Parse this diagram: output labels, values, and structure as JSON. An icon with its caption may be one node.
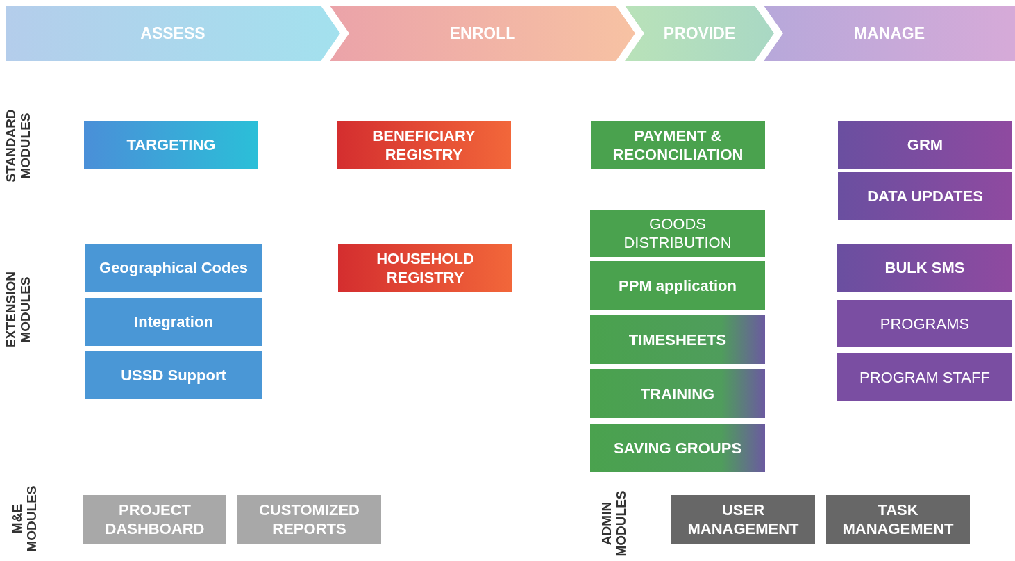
{
  "diagram": {
    "nodes": [
      {
        "text": [
          "ASSESS"
        ]
      },
      {
        "text": [
          "ENROLL"
        ]
      },
      {
        "text": [
          "PROVIDE"
        ]
      },
      {
        "text": [
          "MANAGE"
        ]
      },
      {
        "text": [
          "TARGETING"
        ]
      },
      {
        "text": [
          "BENEFICIARY REGISTRY"
        ]
      },
      {
        "text": [
          "PAYMENT & RECONCILIATION"
        ]
      },
      {
        "text": [
          "GRM"
        ]
      },
      {
        "text": [
          "DATA UPDATES"
        ]
      },
      {
        "text": [
          "GOODS DISTRIBUTION"
        ]
      },
      {
        "text": [
          "Geographical Codes"
        ]
      },
      {
        "text": [
          "HOUSEHOLD REGISTRY"
        ]
      },
      {
        "text": [
          "BULK SMS"
        ]
      },
      {
        "text": [
          "PPM application"
        ]
      },
      {
        "text": [
          "Integration"
        ]
      },
      {
        "text": [
          "PROGRAMS"
        ]
      },
      {
        "text": [
          "TIMESHEETS"
        ]
      },
      {
        "text": [
          "USSD Support"
        ]
      },
      {
        "text": [
          "PROGRAM STAFF"
        ]
      },
      {
        "text": [
          "TRAINING"
        ]
      },
      {
        "text": [
          "SAVING GROUPS"
        ]
      },
      {
        "text": [
          "PROJECT DASHBOARD"
        ]
      },
      {
        "text": [
          "CUSTOMIZED REPORTS"
        ]
      },
      {
        "text": [
          "USER MANAGEMENT"
        ]
      },
      {
        "text": [
          "TASK MANAGEMENT"
        ]
      }
    ],
    "edges": [],
    "labels": [
      "STANDARD MODULES",
      "EXTENSION MODULES",
      "M&E MODULES",
      "ADMIN MODULES"
    ]
  }
}
